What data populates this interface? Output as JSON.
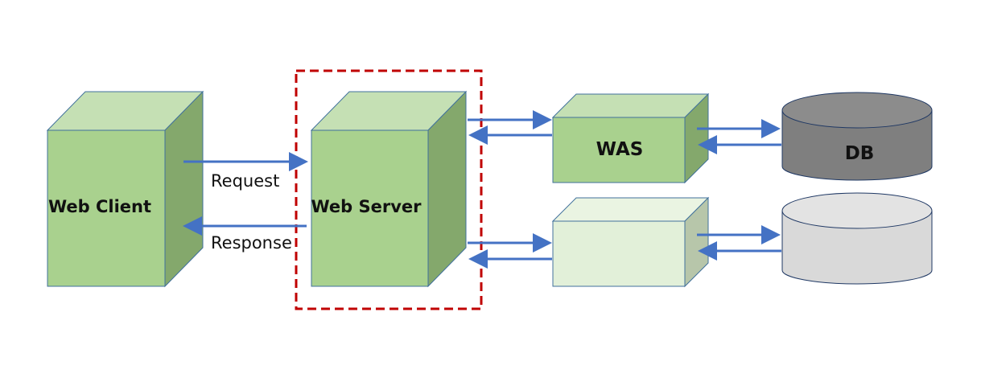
{
  "labels": {
    "web_client": "Web Client",
    "web_server": "Web Server",
    "was": "WAS",
    "db": "DB",
    "request": "Request",
    "response": "Response"
  },
  "colors": {
    "box_front": "#a9d18e",
    "box_top": "#c5e0b4",
    "box_side": "#84a86c",
    "box_edge": "#41719c",
    "light_front": "#e2f0d9",
    "light_top": "#eaf4e2",
    "light_side": "#b7c6aa",
    "arrow": "#4472c4",
    "highlight_dash": "#c00000",
    "db_dark": "#7f7f7f",
    "db_dark_top": "#8c8c8c",
    "db_light": "#d9d9d9",
    "db_light_top": "#e3e3e3",
    "db_edge": "#1f3864"
  }
}
